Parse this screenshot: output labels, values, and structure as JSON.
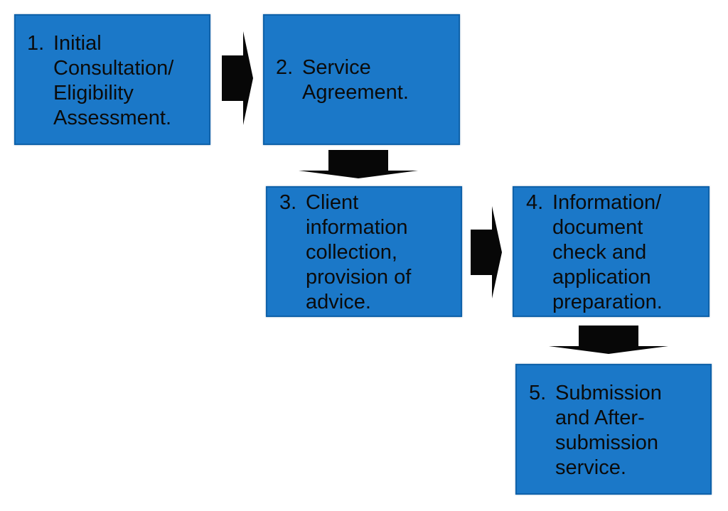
{
  "steps": [
    {
      "number": "1.",
      "text": "Initial\nConsultation/\nEligibility\nAssessment."
    },
    {
      "number": "2.",
      "text": "Service\nAgreement."
    },
    {
      "number": "3.",
      "text": "Client\ninformation\ncollection,\nprovision of\nadvice."
    },
    {
      "number": "4.",
      "text": "Information/\ndocument\ncheck and\napplication\npreparation."
    },
    {
      "number": "5.",
      "text": "Submission\nand After-\nsubmission\nservice."
    }
  ],
  "colors": {
    "box_fill": "#1b78c8",
    "box_border": "#0f62aa",
    "arrow": "#070707",
    "text": "#0b0b0b",
    "background": "#ffffff"
  },
  "connectors": [
    {
      "from": 1,
      "to": 2,
      "direction": "right"
    },
    {
      "from": 2,
      "to": 3,
      "direction": "down"
    },
    {
      "from": 3,
      "to": 4,
      "direction": "right"
    },
    {
      "from": 4,
      "to": 5,
      "direction": "down"
    }
  ]
}
